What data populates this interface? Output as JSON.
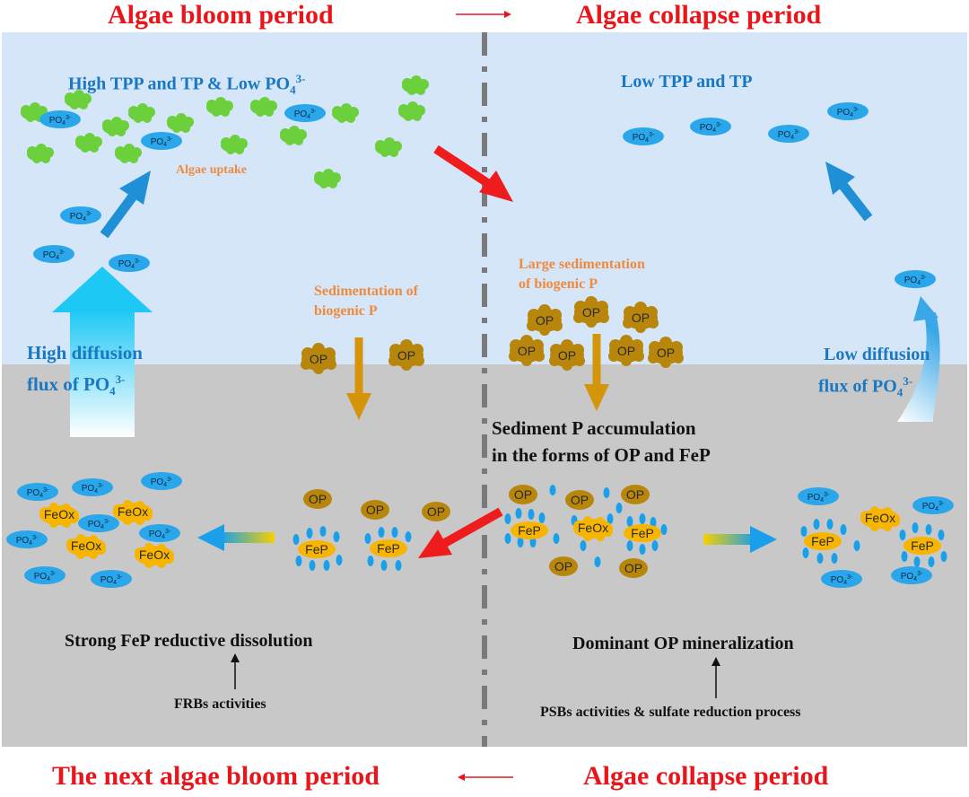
{
  "headers": {
    "top_left": "Algae bloom period",
    "top_right": "Algae collapse period",
    "bottom_left": "The next algae bloom period",
    "bottom_right": "Algae collapse period"
  },
  "water": {
    "left_title_main": "High TPP and TP & Low PO",
    "left_title_sub": "4",
    "left_title_sup": "3-",
    "right_title": "Low TPP and TP",
    "algae_uptake": "Algae uptake",
    "sed_left_1": "Sedimentation of",
    "sed_left_2": "biogenic P",
    "sed_right_1": "Large sedimentation",
    "sed_right_2": "of biogenic P",
    "high_flux_1": "High diffusion",
    "high_flux_2": "flux of PO",
    "low_flux_1": "Low diffusion",
    "low_flux_2": "flux of PO",
    "flux_sub": "4",
    "flux_sup": "3-"
  },
  "sediment": {
    "accumulation_1": "Sediment P accumulation",
    "accumulation_2": "in the forms of OP and FeP",
    "left_process": "Strong FeP reductive dissolution",
    "left_driver": "FRBs activities",
    "right_process": "Dominant OP mineralization",
    "right_driver": "PSBs activities & sulfate reduction process"
  },
  "species": {
    "po4": "PO",
    "po4_sub": "4",
    "po4_sup": "3-",
    "op": "OP",
    "fep": "FeP",
    "feox": "FeOx"
  },
  "colors": {
    "header_red": "#e8151b",
    "water_blue": "#d4e6f8",
    "sediment_gray": "#c8c8c8",
    "text_blue": "#1a78c2",
    "text_orange": "#f08a3c",
    "algae_green": "#6ccf3c",
    "po4_blue": "#2aa6ea",
    "op_brown": "#b8860b",
    "fep_yellow": "#f7b500",
    "arrow_red": "#ee1c1c",
    "arrow_gold": "#d4950a"
  }
}
